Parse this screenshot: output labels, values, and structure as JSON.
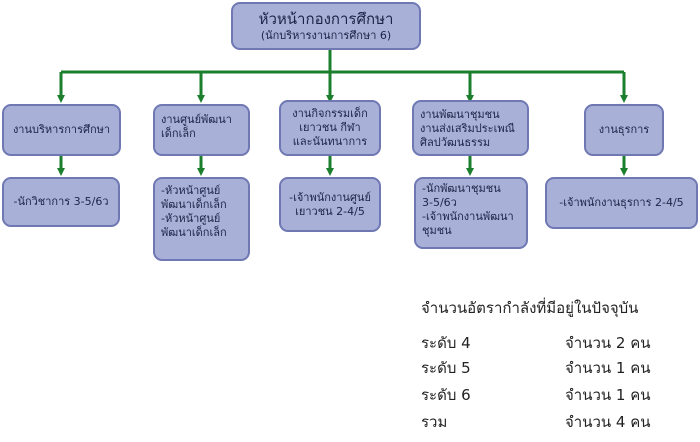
{
  "colors": {
    "box_fill": "#a9b0d8",
    "box_border": "#6f78b3",
    "connector": "#1b7f2e",
    "text": "#1b2347"
  },
  "head": {
    "title": "หัวหน้ากองการศึกษา",
    "subtitle": "(นักบริหารงานการศึกษา 6)"
  },
  "units": [
    {
      "name_lines": [
        "งานบริหารการศึกษา"
      ],
      "staff_lines": [
        "-นักวิชาการ 3-5/6ว"
      ]
    },
    {
      "name_lines": [
        "งานศูนย์พัฒนา",
        "เด็กเล็ก"
      ],
      "staff_lines": [
        "-หัวหน้าศูนย์",
        "พัฒนาเด็กเล็ก",
        "-หัวหน้าศูนย์",
        "พัฒนาเด็กเล็ก"
      ]
    },
    {
      "name_lines": [
        "งานกิจกรรมเด็ก",
        "เยาวชน กีฬา",
        "และนันทนาการ"
      ],
      "staff_lines": [
        "-เจ้าพนักงานศูนย์",
        "เยาวชน 2-4/5"
      ]
    },
    {
      "name_lines": [
        "งานพัฒนาชุมชน",
        "งานส่งเสริมประเพณี",
        "ศิลปวัฒนธรรม"
      ],
      "staff_lines": [
        "-นักพัฒนาชุมชน",
        "3-5/6ว",
        "-เจ้าพนักงานพัฒนา",
        "ชุมชน"
      ]
    },
    {
      "name_lines": [
        "งานธุรการ"
      ],
      "staff_lines": [
        "-เจ้าพนักงานธุรการ 2-4/5"
      ]
    }
  ],
  "summary": {
    "title": "จำนวนอัตรากำลังที่มีอยู่ในปัจจุบัน",
    "rows": [
      {
        "level": "ระดับ 4",
        "count": "จำนวน 2 คน"
      },
      {
        "level": "ระดับ 5",
        "count": "จำนวน 1 คน"
      },
      {
        "level": "ระดับ 6",
        "count": "จำนวน 1 คน"
      },
      {
        "level": "รวม",
        "count": "จำนวน 4 คน"
      }
    ]
  }
}
